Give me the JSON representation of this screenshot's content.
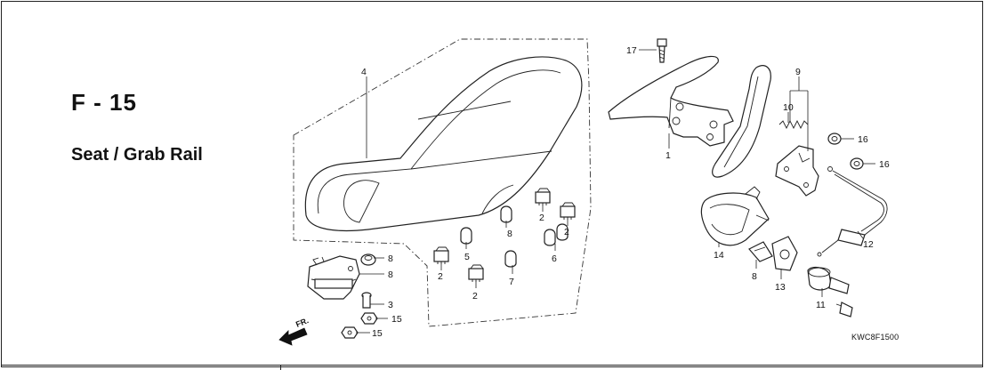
{
  "section": {
    "code": "F - 15",
    "title": "Seat / Grab Rail"
  },
  "reference_code": "KWC8F1500",
  "direction_label": "FR.",
  "callouts": [
    {
      "key": "c1",
      "text": "1"
    },
    {
      "key": "c2a",
      "text": "2"
    },
    {
      "key": "c2b",
      "text": "2"
    },
    {
      "key": "c2c",
      "text": "2"
    },
    {
      "key": "c2d",
      "text": "2"
    },
    {
      "key": "c3",
      "text": "3"
    },
    {
      "key": "c4",
      "text": "4"
    },
    {
      "key": "c5",
      "text": "5"
    },
    {
      "key": "c6",
      "text": "6"
    },
    {
      "key": "c7",
      "text": "7"
    },
    {
      "key": "c8a",
      "text": "8"
    },
    {
      "key": "c8b",
      "text": "8"
    },
    {
      "key": "c8c",
      "text": "8"
    },
    {
      "key": "c8d",
      "text": "8"
    },
    {
      "key": "c9",
      "text": "9"
    },
    {
      "key": "c10",
      "text": "10"
    },
    {
      "key": "c11",
      "text": "11"
    },
    {
      "key": "c12",
      "text": "12"
    },
    {
      "key": "c13",
      "text": "13"
    },
    {
      "key": "c14",
      "text": "14"
    },
    {
      "key": "c15a",
      "text": "15"
    },
    {
      "key": "c15b",
      "text": "15"
    },
    {
      "key": "c16a",
      "text": "16"
    },
    {
      "key": "c16b",
      "text": "16"
    },
    {
      "key": "c17",
      "text": "17"
    }
  ]
}
